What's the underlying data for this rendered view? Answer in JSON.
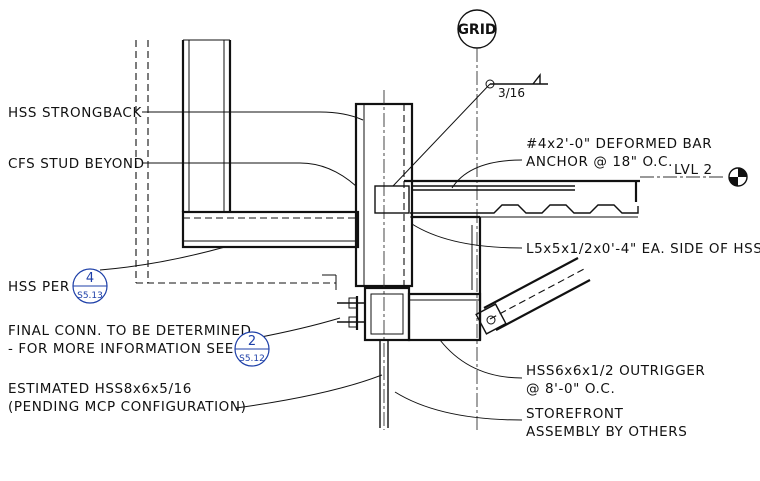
{
  "grid": {
    "label": "GRID"
  },
  "level": {
    "label": "LVL 2"
  },
  "weld": {
    "size": "3/16"
  },
  "callouts": {
    "hss_strongback": "HSS STRONGBACK",
    "cfs_stud": "CFS STUD BEYOND",
    "hss_per": "HSS PER",
    "final_conn_1": "FINAL CONN. TO BE DETERMINED",
    "final_conn_2": "- FOR MORE INFORMATION SEE",
    "estimated_1": "ESTIMATED HSS8x6x5/16",
    "estimated_2": "(PENDING MCP CONFIGURATION)",
    "deformed_bar_1": "#4x2'-0\" DEFORMED BAR",
    "deformed_bar_2": "ANCHOR @ 18\" O.C.",
    "angle": "L5x5x1/2x0'-4\" EA. SIDE OF HSS",
    "outrigger_1": "HSS6x6x1/2 OUTRIGGER",
    "outrigger_2": "@ 8'-0\" O.C.",
    "storefront_1": "STOREFRONT",
    "storefront_2": "ASSEMBLY BY OTHERS"
  },
  "detail_tags": {
    "tag_a": {
      "number": "4",
      "sheet": "S5.13"
    },
    "tag_b": {
      "number": "2",
      "sheet": "S5.12"
    }
  }
}
